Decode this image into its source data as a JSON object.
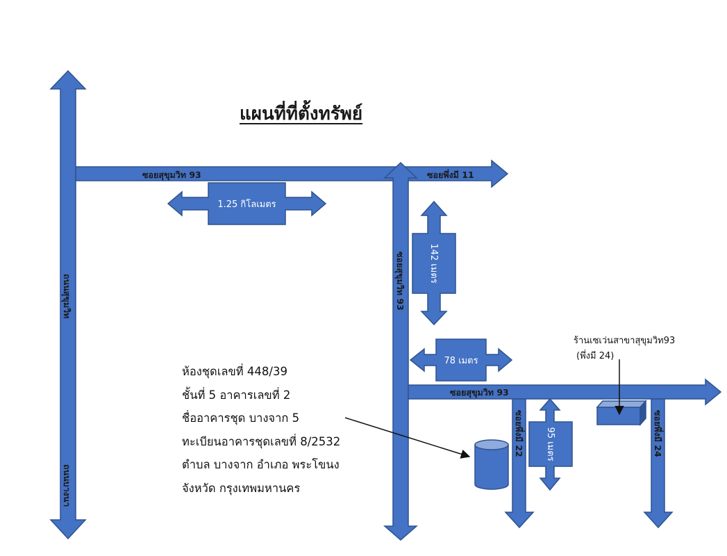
{
  "title": "แผนที่ที่ตั้งทรัพย์",
  "roads": {
    "left_road_upper": "ถนนสุขุมวิท",
    "left_road_lower": "ถนนบางนา",
    "top_road": "ซอยสุขุมวิท 93",
    "top_road_extension": "ซอยพึ่งมี 11",
    "vertical_soi": "ซอยสุขุมวิท 93",
    "lower_road": "ซอยสุขุมวิท 93",
    "soi_22": "ซอยพึ่งมี 22",
    "soi_24": "ซอยพึ่งมี 24"
  },
  "distances": {
    "top": "1.25 กิโลเมตร",
    "vertical": "142 เมตร",
    "middle": "78 เมตร",
    "lower": "95 เมตร"
  },
  "address_lines": [
    "ห้องชุดเลขที่ 448/39",
    "ชั้นที่ 5 อาคารเลขที่ 2",
    "ชื่ออาคารชุด บางจาก 5",
    "ทะเบียนอาคารชุดเลขที่ 8/2532",
    "ตำบล บางจาก อำเภอ พระโขนง",
    "จังหวัด กรุงเทพมหานคร"
  ],
  "landmark": {
    "line1": "ร้านเซเว่นสาขาสุขุมวิท93",
    "line2": "(พึ่งมี 24)"
  },
  "colors": {
    "road_fill": "#4472c4",
    "road_stroke": "#2f528f",
    "text": "#1a1a1a"
  }
}
